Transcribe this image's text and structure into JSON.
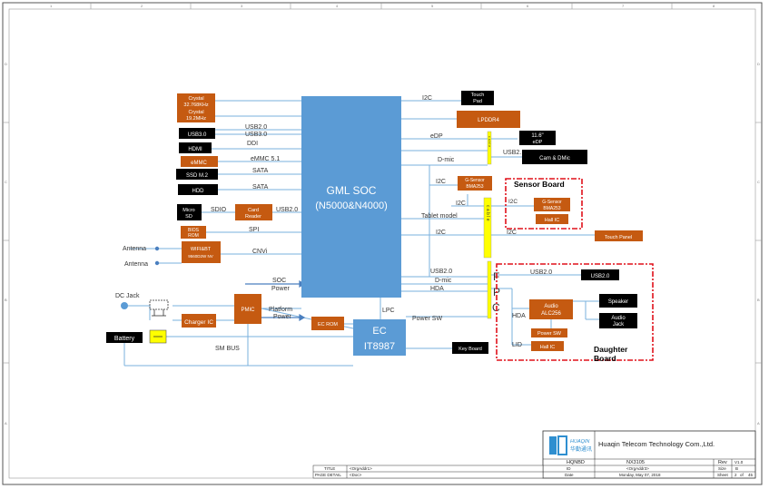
{
  "soc": {
    "line1": "GML  SOC",
    "line2": "(N5000&N4000)"
  },
  "ec": {
    "line1": "EC",
    "line2": "IT8987"
  },
  "blocks": {
    "crystal1a": "Crystal",
    "crystal1b": "32.768KHz",
    "crystal2a": "Crystal",
    "crystal2b": "19.2MHz",
    "usb30": "USB3.0",
    "hdmi": "HDMI",
    "emmc": "eMMC",
    "ssd": "SSD  M.2",
    "hdd": "HDD",
    "microsd1": "Micro",
    "microsd2": "SD",
    "cardreader1": "Card",
    "cardreader2": "Reader",
    "bios1": "BIOS",
    "bios2": "ROM",
    "wifi1": "WIFI&BT",
    "wifi2": "9560D2W NV",
    "touchpad1": "Touch",
    "touchpad2": "Pad",
    "lpddr4": "LPDDR4",
    "edp1": "11.6\"",
    "edp2": "eDP",
    "camdmic": "Cam & DMic",
    "gsensor1": "G-Sensor",
    "gsensor2": "BMA253",
    "sb_gsensor1": "G-Sensor",
    "sb_gsensor2": "BMA253",
    "sb_hall": "Hall IC",
    "touchpanel": "Touch Panel",
    "db_usb20": "USB2.0",
    "audio1": "Audio",
    "audio2": "ALC256",
    "speaker": "Speaker",
    "audiojack1": "Audio",
    "audiojack2": "Jack",
    "powersw": "Power SW",
    "db_hall": "Hall IC",
    "keyboard": "Key Board",
    "ecrom": "EC ROM",
    "pmic": "PMIC",
    "charger": "Charger IC",
    "battery": "Battery"
  },
  "labels": {
    "usb20_top": "USB2.0",
    "usb30": "USB3.0",
    "ddi": "DDI",
    "emmc51": "eMMC 5.1",
    "sata1": "SATA",
    "sata2": "SATA",
    "sdio": "SDIO",
    "usb20_cr": "USB2.0",
    "spi": "SPI",
    "cnvi": "CNVi",
    "antenna1": "Antenna",
    "antenna2": "Antenna",
    "i2c_tp": "I2C",
    "edp": "eDP",
    "usb2_cam": "USB2.",
    "dmic": "D-mic",
    "i2c_gs": "I2C",
    "i2c_gs2": "I2C",
    "i2c_sb": "I2C",
    "tablet": "Tablet model",
    "i2c_tpanel": "I2C",
    "i2c_tpanel2": "I2C",
    "usb20_fpc": "USB2.0",
    "dmic2": "D-mic",
    "hda": "HDA",
    "usb20_db": "USB2.0",
    "hda2": "HDA",
    "lid": "LID",
    "lpc": "LPC",
    "powersw": "Power SW",
    "soc_power1": "SOC",
    "soc_power2": "Power",
    "platform1": "Platform",
    "platform2": "Power",
    "smbus": "SM BUS",
    "dcjack": "DC Jack",
    "sensor_board": "Sensor Board",
    "daughter1": "Daughter",
    "daughter2": "Board",
    "cable1": "c a b l e",
    "cable2": "c a b l e",
    "fpc1": "F",
    "fpc2": "P",
    "fpc3": "C"
  },
  "titleblock": {
    "company": "Huaqin Telecom Technology Com.,Ltd.",
    "logo_text": "HUAQIN",
    "logo_cn": "华勤通讯",
    "hqnbd": "HQNBD",
    "project": "NX3105",
    "rev_label": "Rev",
    "rev": "V1.0",
    "title_label": "TITLE",
    "title_val": "<OrgAddr1>",
    "pd_label": "PAGE DETAIL",
    "pd_val": "<Doc>",
    "id_label": "ID",
    "id_val": "<OrgAddr3>",
    "date_label": "Date",
    "date_val": "Monday, May 07, 2018",
    "size_label": "Size",
    "size_val": "B",
    "sheet_label": "Sheet",
    "sheet_val": "2",
    "of": "of",
    "sheet_total": "45"
  },
  "frame": {
    "top_marks": [
      "1",
      "2",
      "3",
      "4",
      "5",
      "6",
      "7",
      "8"
    ],
    "side_marks": [
      "D",
      "C",
      "B",
      "A"
    ]
  },
  "colors": {
    "soc": "#5b9bd5",
    "orange": "#c55a11",
    "yellow": "#ffff00",
    "dashred": "#e0101a",
    "line": "#7ab0de"
  }
}
